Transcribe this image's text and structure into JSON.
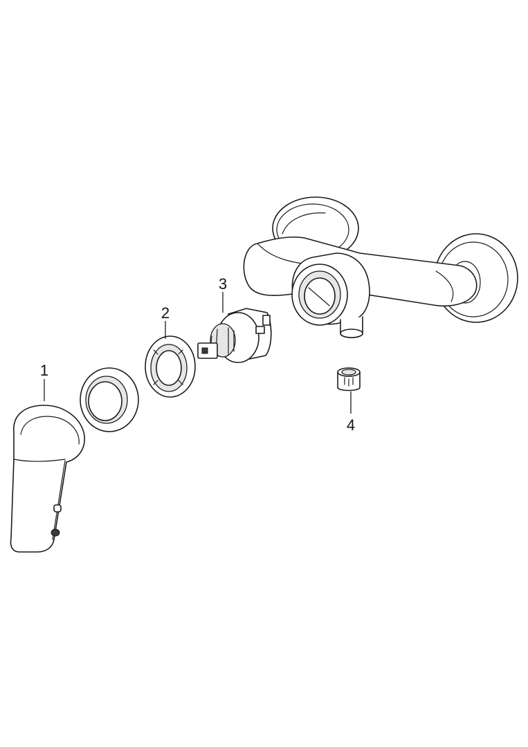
{
  "callouts": [
    {
      "id": "1",
      "label": "1"
    },
    {
      "id": "2",
      "label": "2"
    },
    {
      "id": "3",
      "label": "3"
    },
    {
      "id": "4",
      "label": "4"
    }
  ],
  "colors": {
    "line": "#1a1a1a",
    "background": "#ffffff",
    "shade": "#e6e6e6"
  }
}
